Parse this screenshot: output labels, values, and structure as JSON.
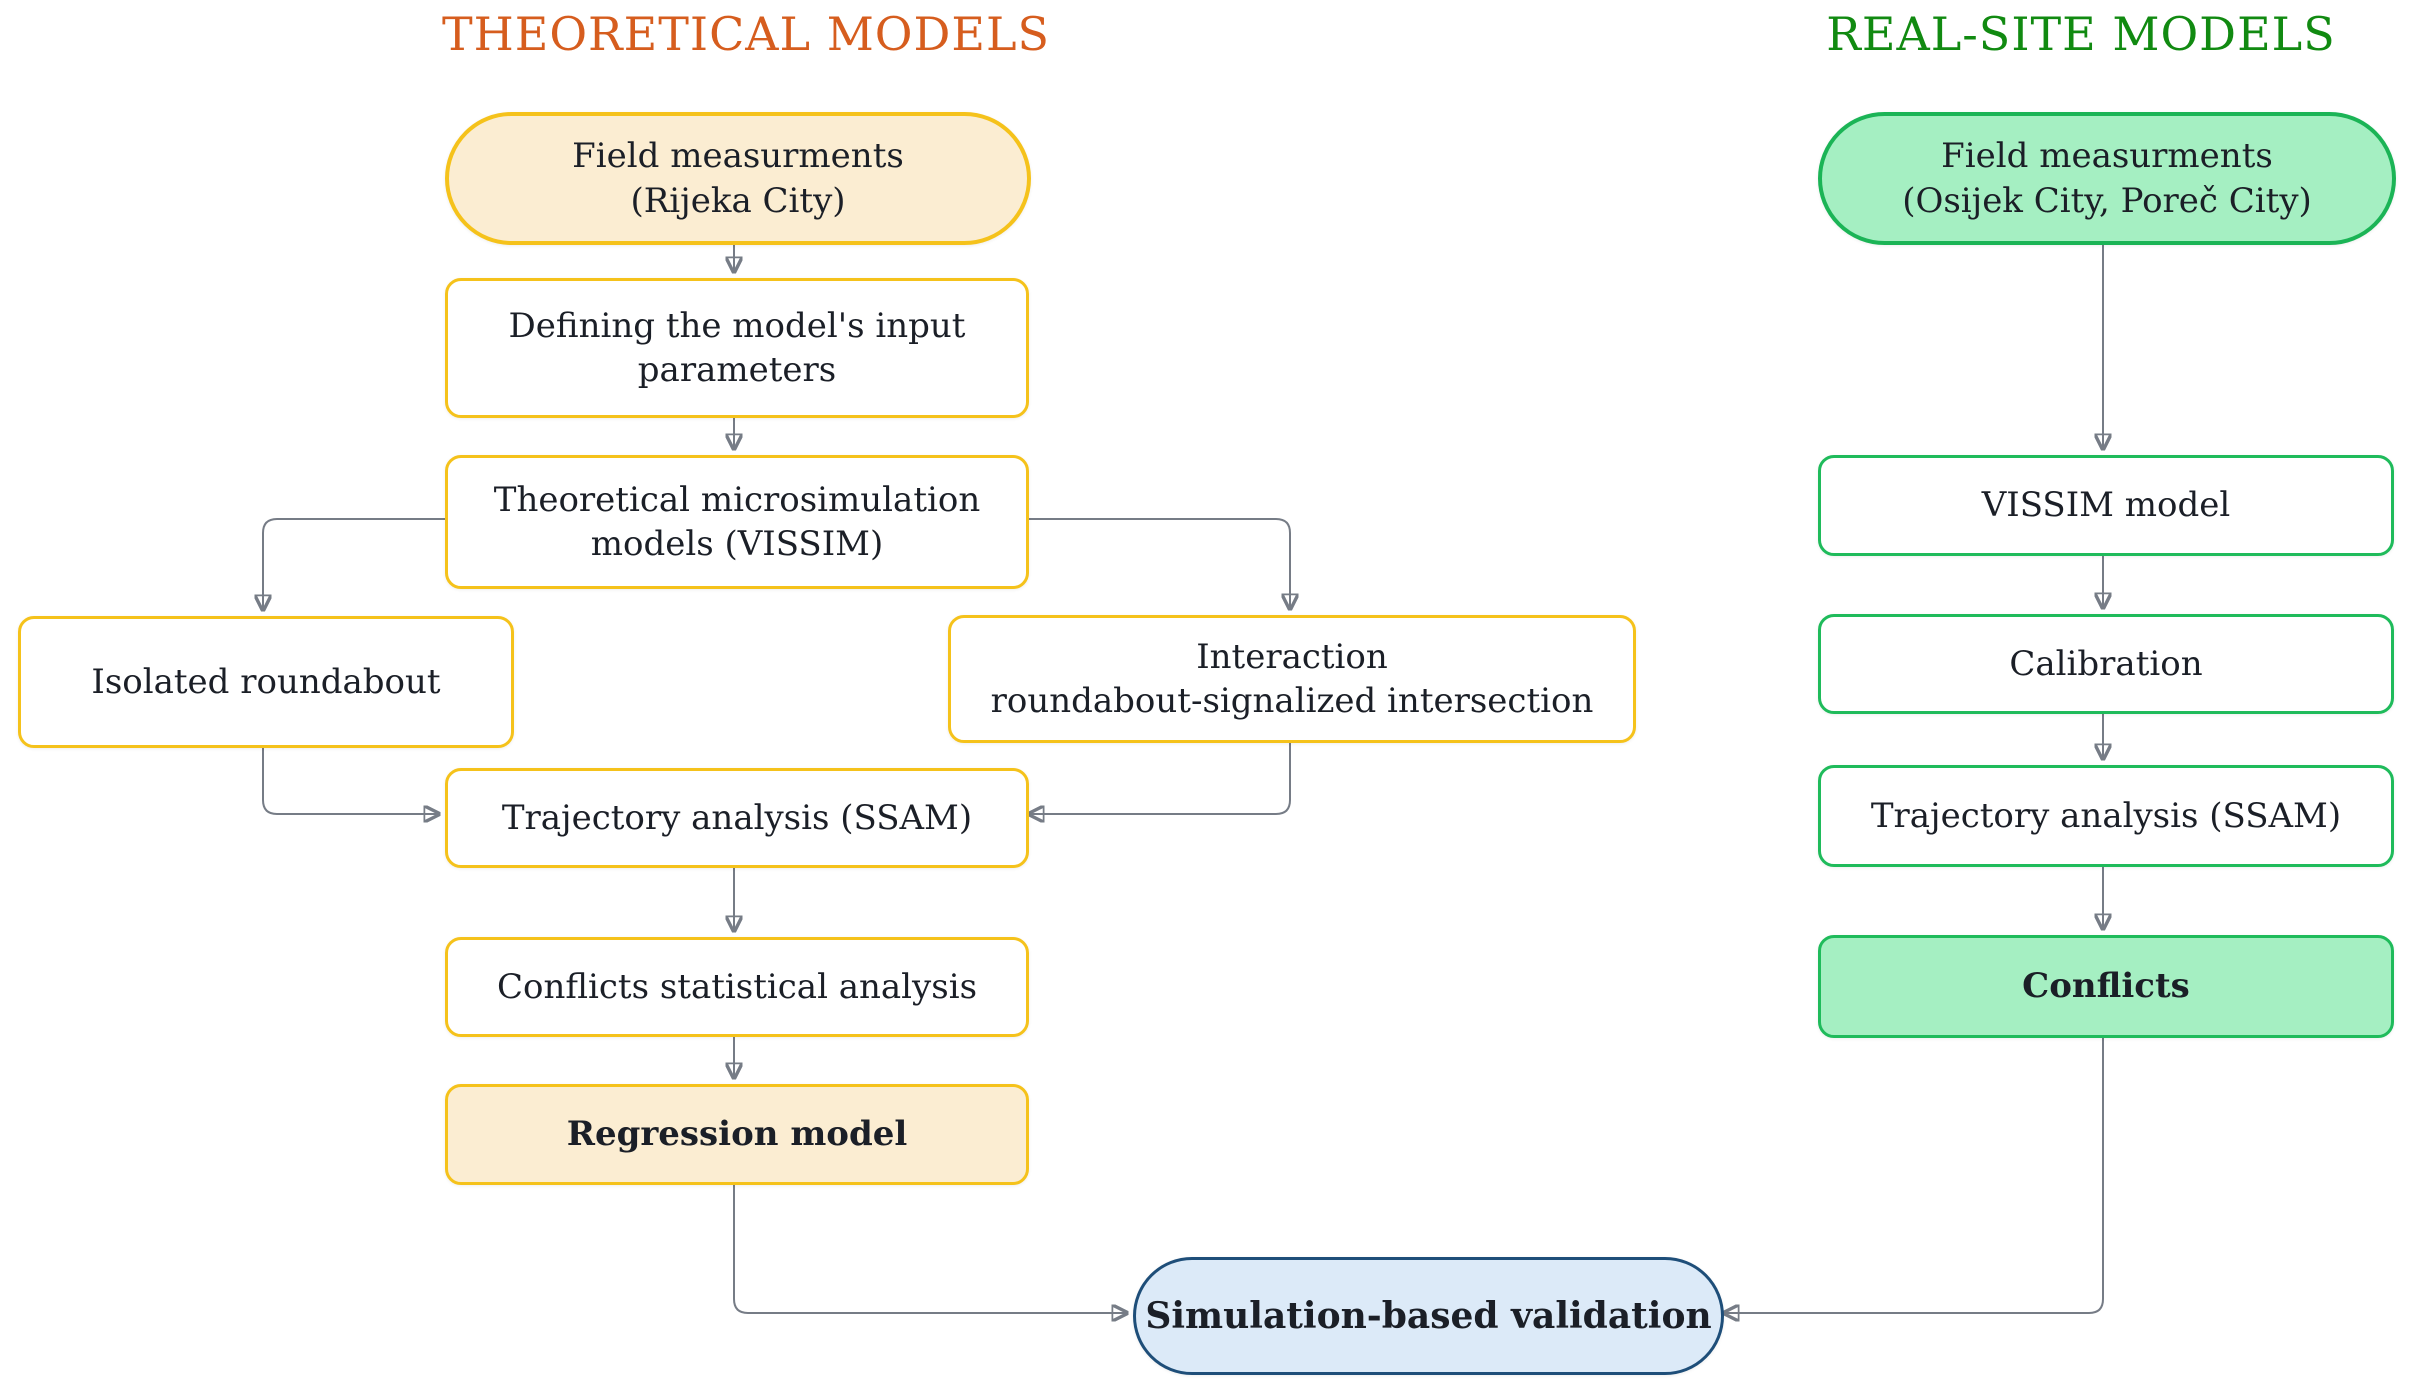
{
  "diagram": {
    "left_title": "THEORETICAL MODELS",
    "right_title": "REAL-SITE MODELS",
    "nodes": {
      "field_rijeka": "Field measurments\n(Rijeka City)",
      "defining_input": "Defining the model's input\nparameters",
      "theoretical_micro": "Theoretical microsimulation\nmodels  (VISSIM)",
      "isolated_roundabout": "Isolated roundabout",
      "interaction": "Interaction\nroundabout-signalized intersection",
      "trajectory_left": "Trajectory analysis (SSAM)",
      "conflicts_stat": "Conflicts statistical analysis",
      "regression": "Regression model",
      "field_osijek": "Field measurments\n(Osijek City, Poreč City)",
      "vissim_model": "VISSIM model",
      "calibration": "Calibration",
      "trajectory_right": "Trajectory analysis (SSAM)",
      "conflicts": "Conflicts",
      "validation": "Simulation-based validation"
    },
    "colors": {
      "orange_title": "#D65D1E",
      "green_title": "#118A11",
      "yellow_border": "#F5C21B",
      "peach_fill": "#FBEDD2",
      "green_border": "#1FBB5B",
      "mint_fill": "#A5EFC2",
      "navy_border": "#1E4E79",
      "blue_fill": "#DCEAF8",
      "line": "#767C86",
      "arrowhead": "#3E4753"
    }
  }
}
